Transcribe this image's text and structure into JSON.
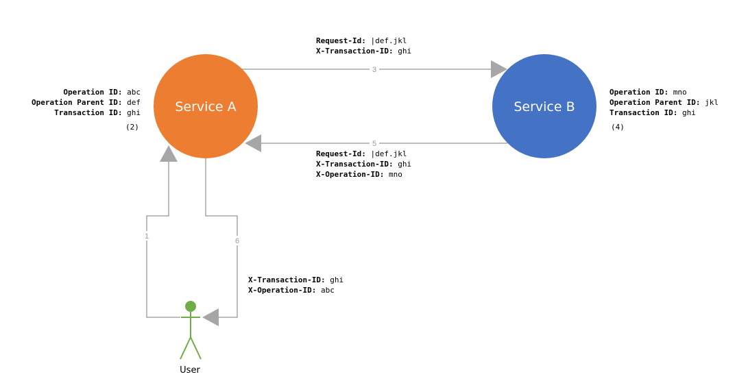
{
  "colors": {
    "service_a": "#ED7D31",
    "service_b": "#4472C4",
    "user": "#70AD47",
    "connector": "#A6A6A6"
  },
  "nodes": {
    "service_a": {
      "label": "Service A"
    },
    "service_b": {
      "label": "Service B"
    },
    "user": {
      "label": "User",
      "icon": "person-icon"
    }
  },
  "service_a_info": {
    "operation_id_key": "Operation ID:",
    "operation_id_val": "abc",
    "operation_parent_id_key": "Operation Parent ID:",
    "operation_parent_id_val": "def",
    "transaction_id_key": "Transaction ID:",
    "transaction_id_val": "ghi",
    "step": "(2)"
  },
  "service_b_info": {
    "operation_id_key": "Operation ID:",
    "operation_id_val": "mno",
    "operation_parent_id_key": "Operation Parent ID:",
    "operation_parent_id_val": "jkl",
    "transaction_id_key": "Transaction ID:",
    "transaction_id_val": "ghi",
    "step": "(4)"
  },
  "request_a_to_b": {
    "request_id_key": "Request-Id:",
    "request_id_val": "|def.jkl",
    "transaction_id_key": "X-Transaction-ID:",
    "transaction_id_val": "ghi"
  },
  "response_b_to_a": {
    "request_id_key": "Request-Id:",
    "request_id_val": "|def.jkl",
    "transaction_id_key": "X-Transaction-ID:",
    "transaction_id_val": "ghi",
    "operation_id_key": "X-Operation-ID:",
    "operation_id_val": "mno"
  },
  "response_a_to_user": {
    "transaction_id_key": "X-Transaction-ID:",
    "transaction_id_val": "ghi",
    "operation_id_key": "X-Operation-ID:",
    "operation_id_val": "abc"
  },
  "steps": {
    "s1": "1",
    "s3": "3",
    "s5": "5",
    "s6": "6"
  }
}
